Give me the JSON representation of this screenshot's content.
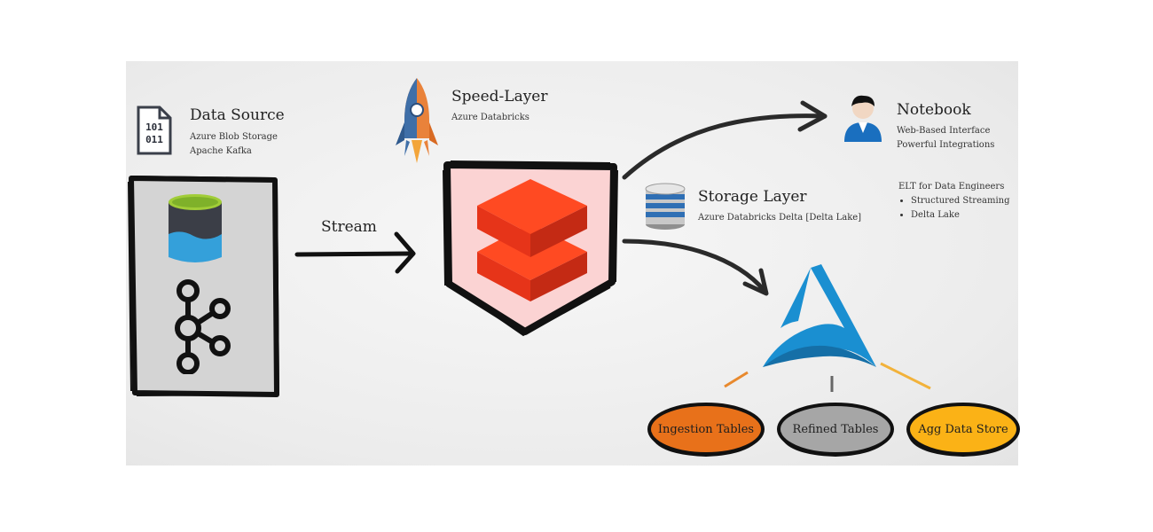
{
  "data_source": {
    "title": "Data Source",
    "lines": [
      "Azure Blob Storage",
      "Apache Kafka"
    ],
    "icon_text": [
      "101",
      "011"
    ]
  },
  "speed_layer": {
    "title": "Speed-Layer",
    "subtitle": "Azure Databricks"
  },
  "stream": {
    "label": "Stream"
  },
  "storage_layer": {
    "title": "Storage Layer",
    "subtitle": "Azure Databricks Delta [Delta Lake]"
  },
  "notebook": {
    "title": "Notebook",
    "lines": [
      "Web-Based Interface",
      "Powerful Integrations"
    ]
  },
  "elt": {
    "heading": "ELT for Data Engineers",
    "items": [
      "Structured Streaming",
      "Delta Lake"
    ]
  },
  "tables": [
    {
      "label": "Ingestion Tables",
      "color": "#e8711a"
    },
    {
      "label": "Refined Tables",
      "color": "#a6a6a6"
    },
    {
      "label": "Agg Data Store",
      "color": "#fbb216"
    }
  ],
  "colors": {
    "databricks_red": "#ff3621",
    "shield_fill": "#fbd3d3",
    "azure_blue": "#1a8fd1"
  }
}
